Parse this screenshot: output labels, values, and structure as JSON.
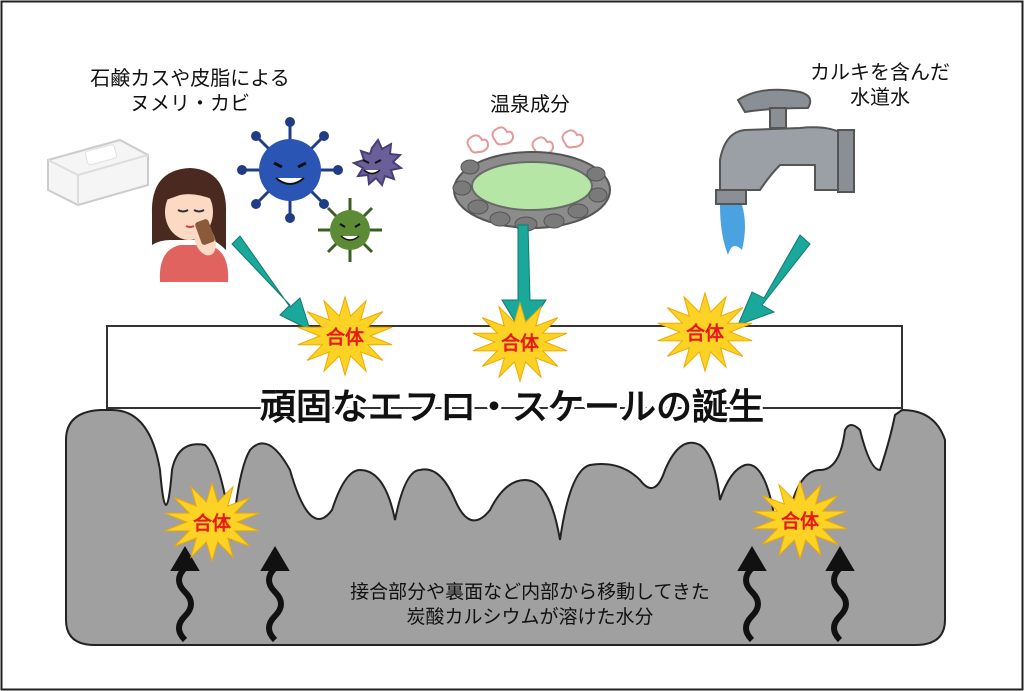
{
  "sources": {
    "soap": {
      "line1": "石鹸カスや皮脂による",
      "line2": "ヌメリ・カビ"
    },
    "onsen": {
      "label": "温泉成分"
    },
    "tap": {
      "line1": "カルキを含んだ",
      "line2": "水道水"
    }
  },
  "main_title": "頑固なエフロ・スケールの誕生",
  "bursts": [
    "合体",
    "合体",
    "合体",
    "合体",
    "合体"
  ],
  "bottom_text": {
    "line1": "接合部分や裏面など内部から移動してきた",
    "line2": "炭酸カルシウムが溶けた水分"
  },
  "colors": {
    "arrow": "#1aa89a",
    "stone": "#a0a0a0",
    "burst": "#fcd224",
    "burst_text": "#e8181b"
  }
}
